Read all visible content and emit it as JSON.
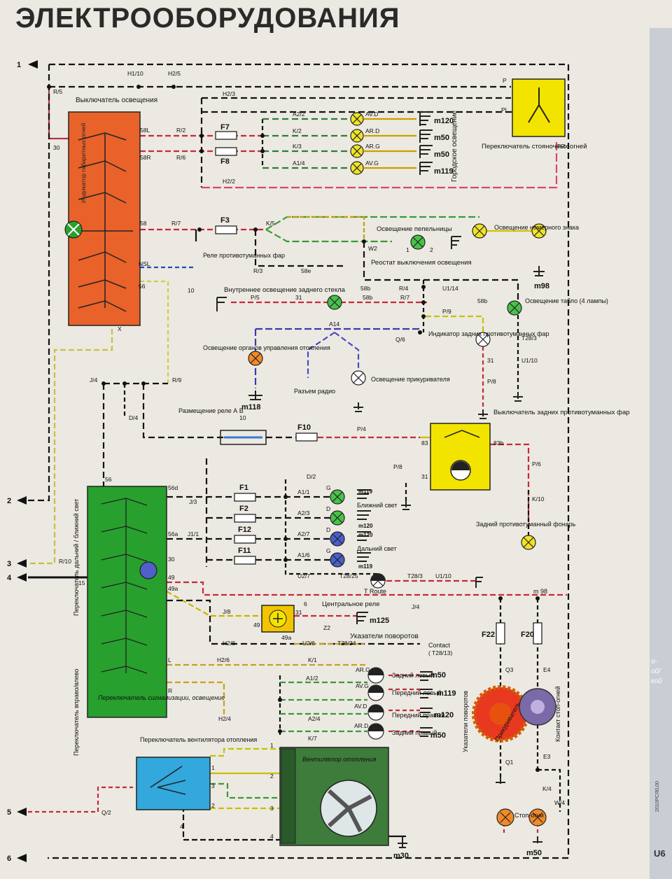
{
  "title": "ЭЛЕКТРООБОРУДОВАНИЯ",
  "side_strip": {
    "code": "2010РСЯ0,00",
    "label": "U6",
    "frag1": "о-",
    "frag2": "ой/",
    "frag3": "кой"
  },
  "terminals": [
    "1",
    "2",
    "3",
    "4",
    "5",
    "6"
  ],
  "components": {
    "light_switch": "Выключатель освещения",
    "marker_indicator": "Индикатор габаритных огней",
    "parking_switch": "Переключатель стояночных огней",
    "city_light": "Городское освещение",
    "ashtray_light": "Освещение пепельницы",
    "plate_light": "Освещение номерного знака",
    "fog_relay": "Реле противотуманных фар",
    "rheostat": "Реостат выключения освещения",
    "rear_glass_light": "Внутреннее освещение заднего стекла",
    "dash_light": "Освещение табло (4 лампы)",
    "heater_controls_light": "Освещение органов управления отопления",
    "rear_fog_indicator": "Индикатор задних противотуманных фар",
    "radio": "Разъем радио",
    "cigar_light": "Освещение прикуривателя",
    "relay_ab": "Размещение реле А В",
    "rear_fog_switch": "Выключатель задних противотуманных фар",
    "beam_switch": "Переключатель дальний / ближний свет",
    "low_beam": "Ближний свет",
    "high_beam": "Дальний свет",
    "rear_fog_lamp": "Задний противотуманный фонарь",
    "central_relay": "Центральное реле",
    "turn_signals": "Указатели поворотов",
    "turn_switch": "Переключатель вправо/влево",
    "signal_switch": "Переключатель сигнализации, освещение",
    "rear_left": "Задний левый",
    "front_left": "Передний левый",
    "front_right": "Передний правый",
    "rear_right": "Задний правый",
    "turn_indicators": "Указатели поворотов",
    "cigarette_lighter": "Прикуриватель",
    "brake_contact": "Контакт стоп-огней",
    "fan_switch": "Переключатель вентилятора отопления",
    "heater_fan": "Вентилятор отопления",
    "stop_lights": "Стоп-огни",
    "contact": "Contact",
    "t_route": "T Route"
  },
  "fuses": [
    "F7",
    "F8",
    "F3",
    "F10",
    "F1",
    "F2",
    "F12",
    "F11",
    "F22",
    "F20"
  ],
  "grounds": [
    "m120",
    "m50",
    "m50",
    "m119",
    "m98",
    "m118",
    "m119",
    "m120",
    "m120",
    "m119",
    "m125",
    "m50",
    "m119",
    "m120",
    "m50",
    "m30",
    "m50",
    "m 98"
  ],
  "wire_labels": {
    "h110": "H1/10",
    "h25": "H2/5",
    "r5": "R/5",
    "h23": "H2/3",
    "p": "P",
    "pl": "PL",
    "pr": "PR",
    "a22": "A2/2",
    "k2": "K/2",
    "k3": "K/3",
    "a14": "A1/4",
    "avd": "AV.D",
    "ard": "AR.D",
    "arg": "AR.G",
    "avg": "AV.G",
    "l58": "58L",
    "r58": "58R",
    "r2": "R/2",
    "r6": "R/6",
    "t30": "30",
    "h22": "H2/2",
    "s58": "58",
    "r7": "R/7",
    "k5": "K/5",
    "w2": "W2",
    "n1": "1",
    "n2": "2",
    "r3": "R/3",
    "s58e": "58e",
    "nsl": "NSL",
    "s56": "56",
    "box10": "10",
    "s58b": "58b",
    "r4": "R/4",
    "u114": "U1/14",
    "p5": "P/5",
    "n31": "31",
    "s58b2": "58b",
    "r72": "R/7",
    "p9": "P/9",
    "s58b3": "58b",
    "a14b": "A14",
    "q6": "Q/6",
    "t283": "T28/3",
    "u110": "U1/10",
    "n31b": "31",
    "p8": "P/8",
    "x": "X",
    "j4": "J/4",
    "r9": "R/9",
    "d4": "D/4",
    "box10b": "10",
    "p4": "P/4",
    "n83": "83",
    "n83b": "83b",
    "p8b": "P/8",
    "n31c": "31",
    "p6": "P/6",
    "k10": "K/10",
    "d2": "D/2",
    "s56b": "56",
    "s56d": "56d",
    "j3": "J/3",
    "a11": "A1/1",
    "g1": "G",
    "a23": "A2/3",
    "d1": "D",
    "s56a": "56a",
    "j11": "J1/1",
    "a27": "A2/7",
    "d3": "D",
    "a16": "A1/6",
    "g2": "G",
    "t30b": "30",
    "r10": "R/10",
    "n15": "15",
    "u27": "U2/7",
    "t2825": "T28/25",
    "t283b": "T28/3",
    "u110b": "U1/10",
    "n49": "49",
    "n49a": "49a",
    "j4b": "J/4",
    "box6": "6",
    "j8": "J/8",
    "n31d": "31",
    "n49b": "49",
    "n49c": "49a",
    "z2": "Z2",
    "h28": "H2/8",
    "u26": "U2/6",
    "t2824": "T28/24",
    "t2813": "( T28/13)",
    "l": "L",
    "h26": "H2/6",
    "k1": "K/1",
    "arg2": "AR.G",
    "a12": "A1/2",
    "avg2": "AV.G",
    "r": "R",
    "h24": "H2/4",
    "a24": "A2/4",
    "avd2": "AV.D",
    "k7": "K/7",
    "ard2": "AR.D",
    "q3": "Q3",
    "e4": "E4",
    "q1": "Q1",
    "e3": "E3",
    "k4": "K/4",
    "w4": "W/4",
    "q2": "Q/2",
    "f1": "1",
    "f2": "2",
    "f3": "3",
    "f4": "4",
    "fm1": "1",
    "fm2": "2",
    "fm3": "3",
    "fm4": "4"
  },
  "colors": {
    "orange_block": "#e8622a",
    "green_block": "#27a02e",
    "blue_block": "#32a8dc",
    "yellow_block": "#f3e400",
    "fan_block": "#3d7c3a",
    "lamp_yellow": "#f0e22a",
    "lamp_green": "#49c24a",
    "lamp_blue": "#4a5ec8"
  }
}
